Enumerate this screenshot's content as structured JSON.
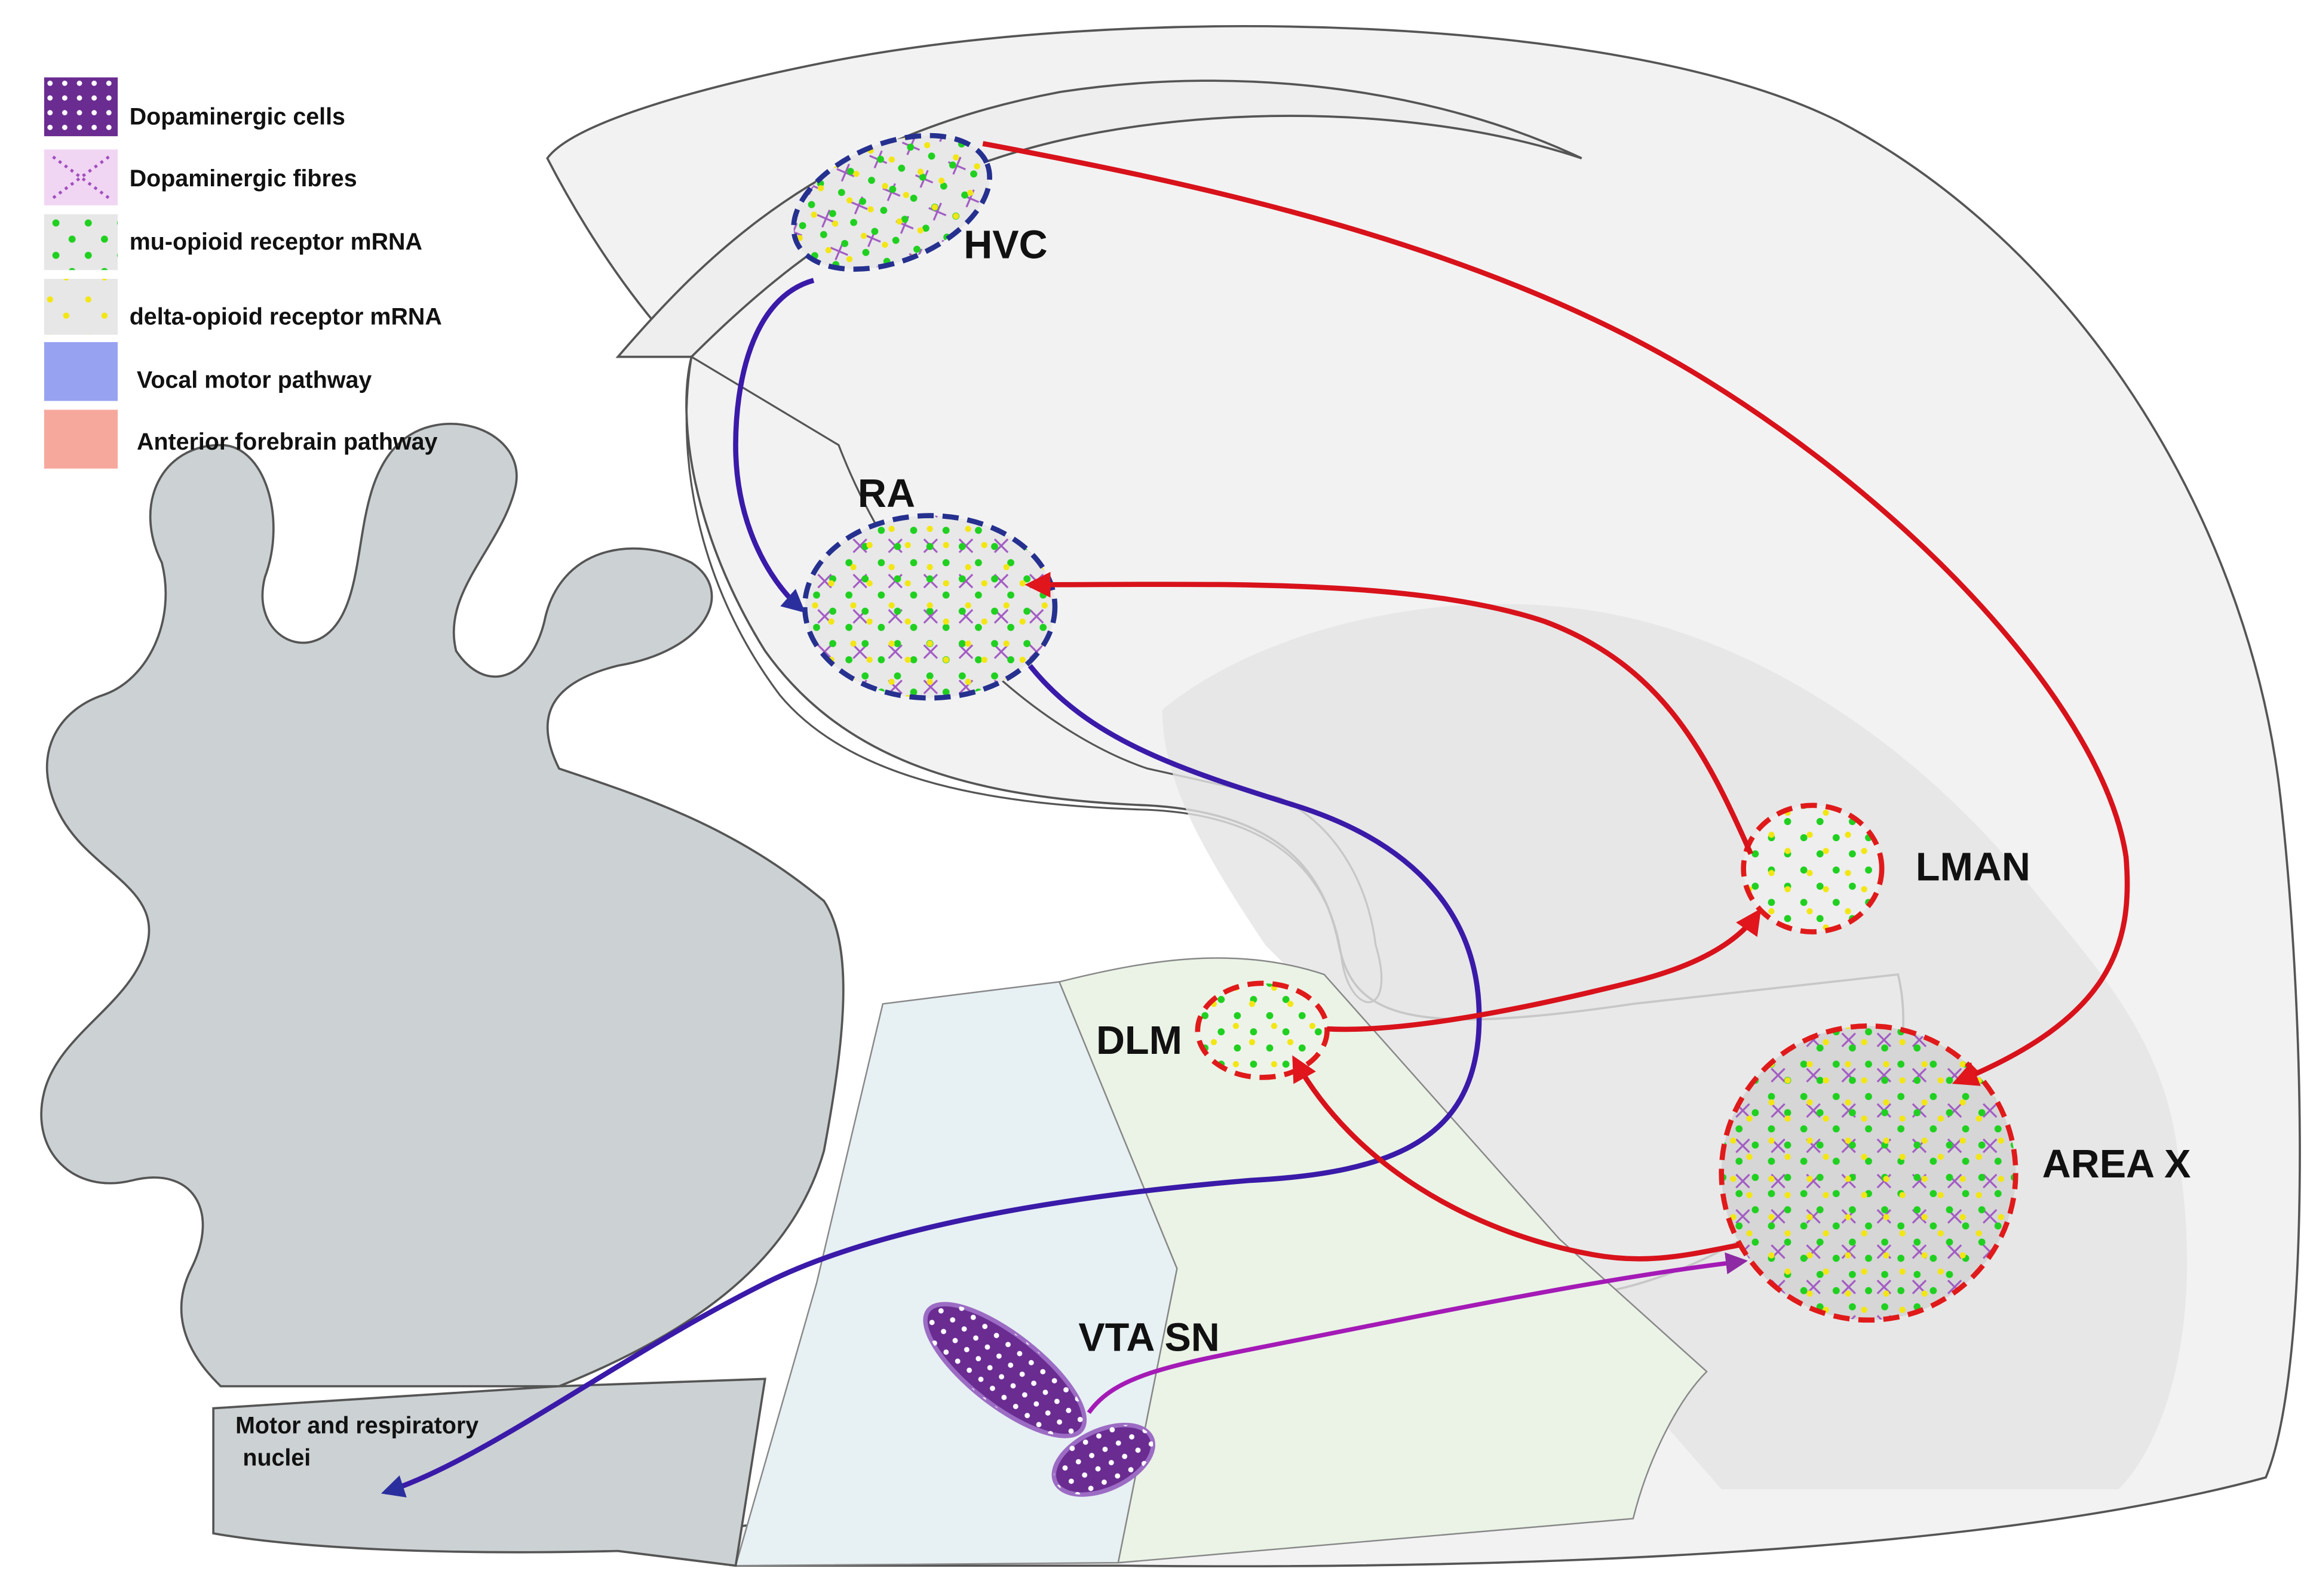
{
  "legend": {
    "items": [
      {
        "label": "Dopaminergic cells",
        "icon": "dopaminergic-cells-swatch",
        "color": "#6a2c91"
      },
      {
        "label": "Dopaminergic fibres",
        "icon": "dopaminergic-fibres-swatch",
        "color": "#f1d6f4"
      },
      {
        "label": "mu-opioid receptor mRNA",
        "icon": "mu-opioid-swatch",
        "color": "#19d21e"
      },
      {
        "label": "delta-opioid receptor mRNA",
        "icon": "delta-opioid-swatch",
        "color": "#f3e914"
      },
      {
        "label": "Vocal motor pathway",
        "icon": "vocal-motor-swatch",
        "color": "#97a3f0"
      },
      {
        "label": "Anterior forebrain pathway",
        "icon": "anterior-forebrain-swatch",
        "color": "#f7a89c"
      }
    ]
  },
  "regions": {
    "hvc": "HVC",
    "ra": "RA",
    "lman": "LMAN",
    "dlm": "DLM",
    "area_x": "AREA X",
    "vta_sn": "VTA SN",
    "motor_line1": "Motor and respiratory",
    "motor_line2": "nuclei"
  },
  "colors": {
    "vocal_motor_arrow": "#3a1aa8",
    "anterior_forebrain_arrow": "#d8121b",
    "dopamine_arrow": "#a41ab6",
    "vocal_region_outline": "#25308f",
    "forebrain_region_outline": "#e01a1a",
    "brain_fill": "#f1f1f1",
    "cerebellum_fill": "#ccd1d3"
  }
}
